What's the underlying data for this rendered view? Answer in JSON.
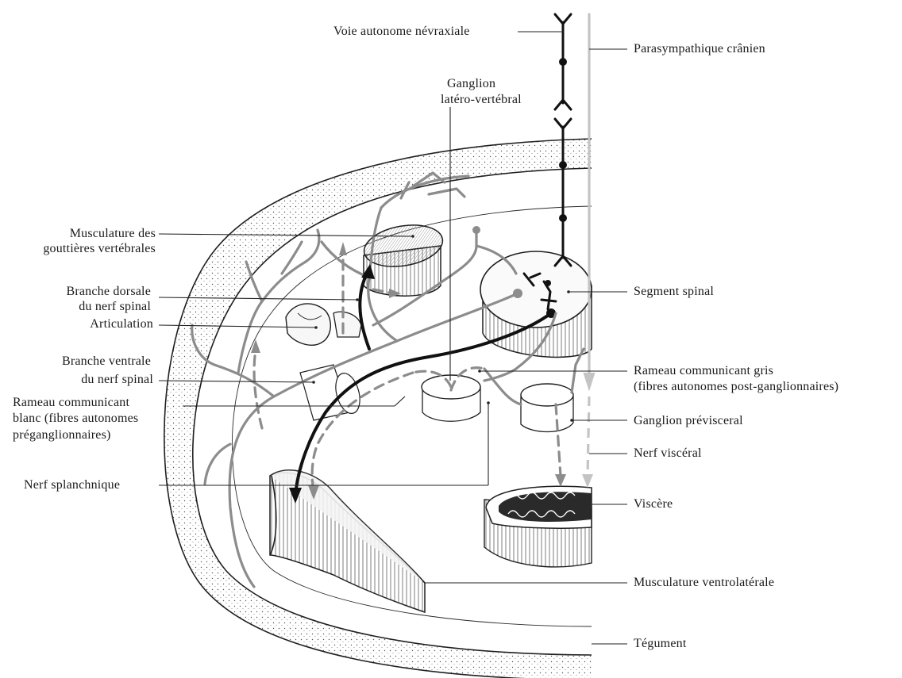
{
  "labels": {
    "voie_autonome": "Voie autonome névraxiale",
    "parasympathique": "Parasympathique crânien",
    "ganglion_latero_1": "Ganglion",
    "ganglion_latero_2": "latéro-vertébral",
    "musculature_gouttieres_1": "Musculature des",
    "musculature_gouttieres_2": "gouttières vertébrales",
    "segment_spinal": "Segment spinal",
    "branche_dorsale_1": "Branche dorsale",
    "branche_dorsale_2": "du nerf spinal",
    "articulation": "Articulation",
    "branche_ventrale_1": "Branche ventrale",
    "branche_ventrale_2": "du nerf spinal",
    "rameau_gris_1": "Rameau communicant gris",
    "rameau_gris_2": "(fibres autonomes post-ganglionnaires)",
    "rameau_blanc_1": "Rameau communicant",
    "rameau_blanc_2": "blanc (fibres autonomes",
    "rameau_blanc_3": "préganglionnaires)",
    "ganglion_previsceral": "Ganglion prévisceral",
    "nerf_visceral": "Nerf viscéral",
    "nerf_splanchnique": "Nerf splanchnique",
    "viscere": "Viscère",
    "musculature_ventrolaterale": "Musculature ventrolatérale",
    "tegument": "Tégument"
  },
  "colors": {
    "ink": "#1a1a1a",
    "somatic_gray": "#8c8c8c",
    "parasympathetic_light_gray": "#c4c4c4",
    "preganglionic_black": "#111111",
    "stipple": "#555555"
  }
}
